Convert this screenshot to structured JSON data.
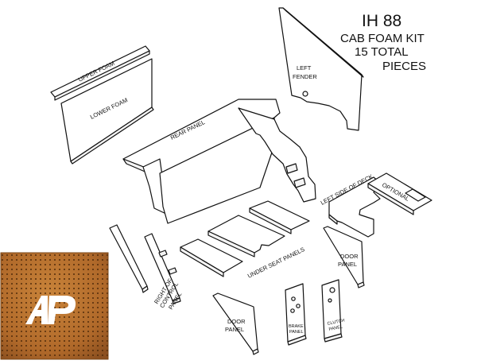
{
  "title": {
    "model": "IH 88",
    "line1": "CAB FOAM KIT",
    "line2": "15 TOTAL",
    "line3": "PIECES"
  },
  "labels": {
    "upper_foam": "UPPER FOAM",
    "lower_foam": "LOWER FOAM",
    "left_fender_1": "LEFT",
    "left_fender_2": "FENDER",
    "rear_panel": "REAR PANEL",
    "left_side_of_deck": "LEFT SIDE OF DECK",
    "optional": "OPTIONAL",
    "under_seat_panels": "UNDER SEAT PANELS",
    "right_control_1": "RIGHT OF",
    "right_control_2": "CONTROL",
    "right_control_3": "PANEL",
    "door_panel_right_1": "DOOR",
    "door_panel_right_2": "PANEL",
    "door_panel_left_1": "DOOR",
    "door_panel_left_2": "PANEL",
    "brake_panel_1": "BRAKE",
    "brake_panel_2": "PANEL",
    "clutch_panel_1": "CLUTCH",
    "clutch_panel_2": "PANEL"
  },
  "logo": {
    "text": "AP",
    "colors": {
      "leather": "#b8732d",
      "leather_dark": "#7a4516",
      "perforation": "#4a2608",
      "mark": "#ffffff"
    }
  }
}
